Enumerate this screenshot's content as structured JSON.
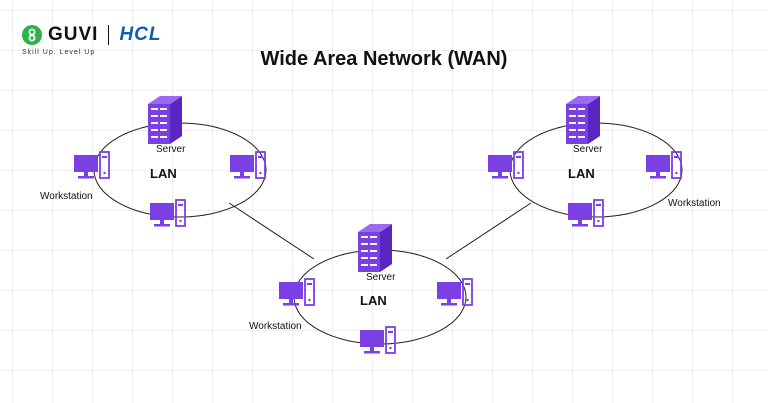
{
  "brand": {
    "guvi": "GUVI",
    "hcl": "HCL",
    "tagline": "Skill Up. Level Up"
  },
  "title": "Wide Area Network (WAN)",
  "labels": {
    "server": "Server",
    "lan": "LAN",
    "workstation": "Workstation"
  },
  "colors": {
    "device": "#7b3fe4",
    "link": "#222222",
    "guvi_green": "#2bb24c",
    "hcl_blue": "#0f5fa8"
  },
  "icons": {
    "server": "server-rack-icon",
    "workstation": "desktop-computer-icon"
  }
}
